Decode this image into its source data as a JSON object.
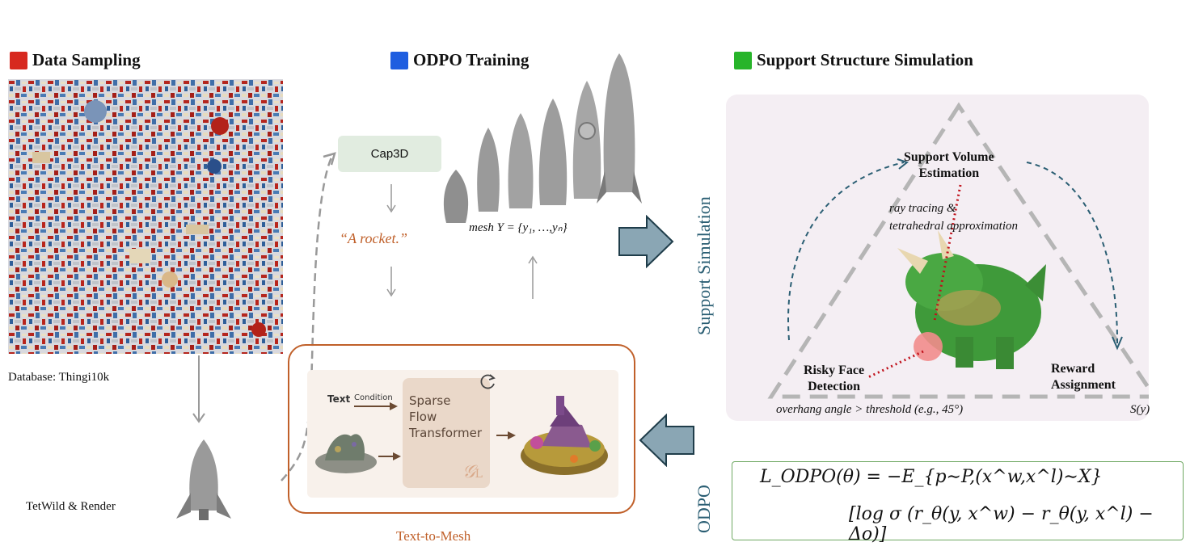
{
  "sections": {
    "data_sampling": {
      "title": "Data Sampling",
      "color": "#d7291f"
    },
    "odpo_training": {
      "title": "ODPO Training",
      "color": "#1f5ee0"
    },
    "support_sim": {
      "title": "Support Structure Simulation",
      "color": "#27b42a"
    }
  },
  "left": {
    "database_label": "Database: Thingi10k",
    "tetwild_label": "TetWild & Render"
  },
  "middle": {
    "cap3d_label": "Cap3D",
    "prompt_text": "“A rocket.”",
    "mesh_label": "mesh Y = {y₁, …,yₙ}",
    "t2m": {
      "text_label": "Text",
      "condition_label": "Condition",
      "transformer_label": "Sparse Flow Transformer",
      "transformer_lines": [
        "Sparse",
        "Flow",
        "Transformer"
      ],
      "gl_symbol": "𝒢",
      "gl_sub": "L",
      "caption": "Text-to-Mesh"
    }
  },
  "right": {
    "vertical_sim_label": "Support Simulation",
    "vertical_odpo_label": "ODPO",
    "support_volume": "Support Volume Estimation",
    "support_volume_lines": [
      "Support Volume",
      "Estimation"
    ],
    "ray_tracing_lines": [
      "ray tracing &",
      "tetrahedral approximation"
    ],
    "risky_face_lines": [
      "Risky Face",
      "Detection"
    ],
    "reward_lines": [
      "Reward",
      "Assignment"
    ],
    "overhang": "overhang angle > threshold (e.g., 45°)",
    "sy": "S(y)",
    "formula_line1": "L_ODPO(θ) = −E_{p∼P,(x^w,x^l)∼X}",
    "formula_line2": "[log σ (r_θ(y, x^w) − r_θ(y, x^l) − Δo)]"
  },
  "colors": {
    "accent_orange": "#c0602a",
    "teal": "#2a5e73",
    "dashed_gray": "#b5b5b5",
    "formula_border": "#6ea862",
    "risk_red": "#c0101a"
  }
}
